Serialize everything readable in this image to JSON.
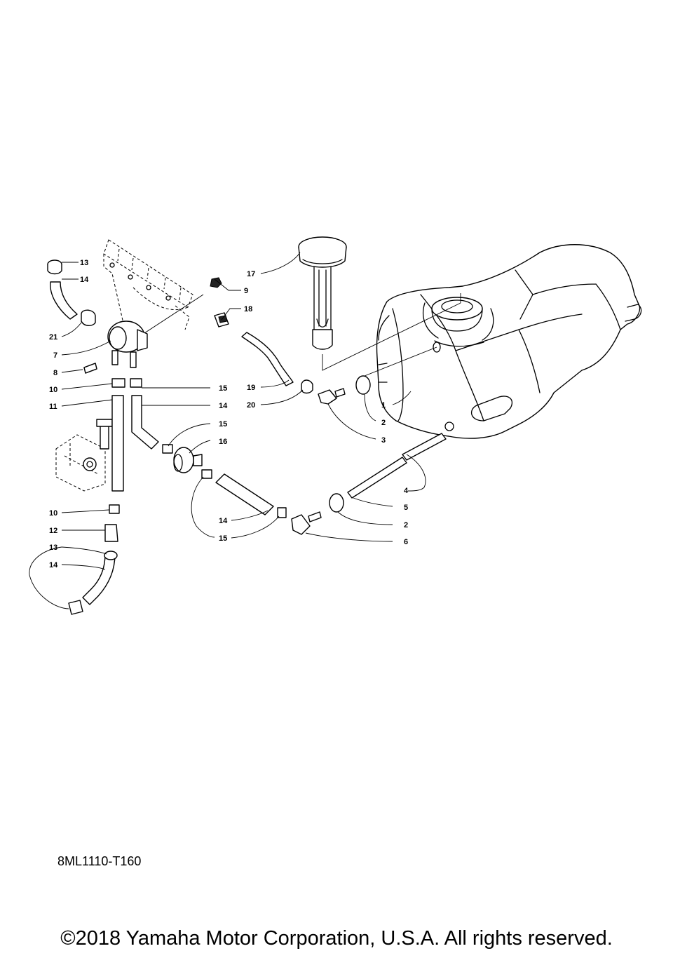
{
  "diagram": {
    "code": "8ML1110-T160",
    "copyright": "©2018 Yamaha Motor Corporation, U.S.A. All rights reserved.",
    "callouts": [
      {
        "id": "13a",
        "label": "13"
      },
      {
        "id": "14a",
        "label": "14"
      },
      {
        "id": "21",
        "label": "21"
      },
      {
        "id": "7",
        "label": "7"
      },
      {
        "id": "8",
        "label": "8"
      },
      {
        "id": "10a",
        "label": "10"
      },
      {
        "id": "11",
        "label": "11"
      },
      {
        "id": "10b",
        "label": "10"
      },
      {
        "id": "12",
        "label": "12"
      },
      {
        "id": "13b",
        "label": "13"
      },
      {
        "id": "14b",
        "label": "14"
      },
      {
        "id": "9",
        "label": "9"
      },
      {
        "id": "18",
        "label": "18"
      },
      {
        "id": "17",
        "label": "17"
      },
      {
        "id": "19",
        "label": "19"
      },
      {
        "id": "20",
        "label": "20"
      },
      {
        "id": "15a",
        "label": "15"
      },
      {
        "id": "14c",
        "label": "14"
      },
      {
        "id": "15b",
        "label": "15"
      },
      {
        "id": "16",
        "label": "16"
      },
      {
        "id": "14d",
        "label": "14"
      },
      {
        "id": "15c",
        "label": "15"
      },
      {
        "id": "1",
        "label": "1"
      },
      {
        "id": "2a",
        "label": "2"
      },
      {
        "id": "3",
        "label": "3"
      },
      {
        "id": "4",
        "label": "4"
      },
      {
        "id": "5",
        "label": "5"
      },
      {
        "id": "2b",
        "label": "2"
      },
      {
        "id": "6",
        "label": "6"
      }
    ]
  }
}
